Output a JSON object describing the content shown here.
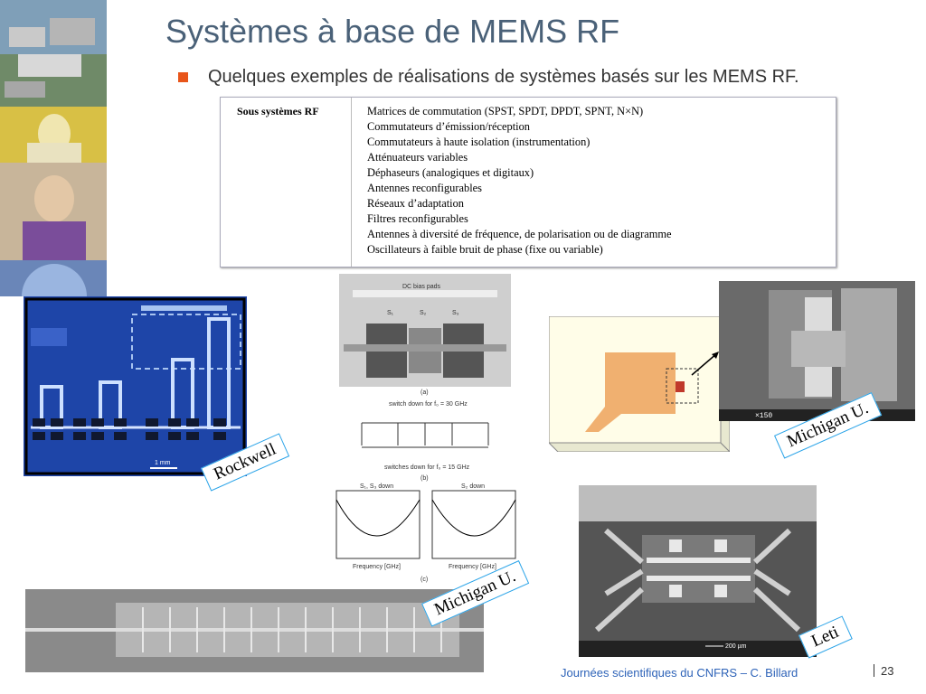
{
  "slide": {
    "title": "Systèmes à base de MEMS RF",
    "bullet": "Quelques exemples de réalisations de systèmes basés sur les MEMS RF.",
    "footer": "Journées scientifiques du CNFRS – C. Billard",
    "page_number": "23"
  },
  "table": {
    "header": "Sous systèmes RF",
    "rows": [
      "Matrices de commutation (SPST, SPDT, DPDT, SPNT, N×N)",
      "Commutateurs d’émission/réception",
      "Commutateurs à haute isolation (instrumentation)",
      "Atténuateurs variables",
      "Déphaseurs (analogiques et digitaux)",
      "Antennes reconfigurables",
      "Réseaux d’adaptation",
      "Filtres reconfigurables",
      "Antennes à diversité de fréquence, de polarisation ou de diagramme",
      "Oscillateurs à faible bruit de phase (fixe ou variable)"
    ]
  },
  "labels": {
    "rockwell": "Rockwell",
    "michigan_top": "Michigan U.",
    "michigan_mid": "Michigan U.",
    "leti": "Leti"
  },
  "figure": {
    "dc_bias": "DC bias pads",
    "s1": "S₁",
    "s2": "S₂",
    "s3": "S₃",
    "label_a": "(a)",
    "label_b": "(b)",
    "label_c": "(c)",
    "switch_30": "switch down for f₀ = 30 GHz",
    "switch_15": "switches down for f₀ = 15 GHz",
    "plot1_title": "S₁, S₃ down",
    "plot2_title": "S₂ down",
    "freq_label": "Frequency [GHz]",
    "sem_scale": "200 µm",
    "rockwell_scale": "1 mm",
    "sem_bar": "×150"
  },
  "colors": {
    "title": "#4a6178",
    "bullet": "#e8551a",
    "label_border": "#29a3e8",
    "footer": "#2e63b8"
  }
}
